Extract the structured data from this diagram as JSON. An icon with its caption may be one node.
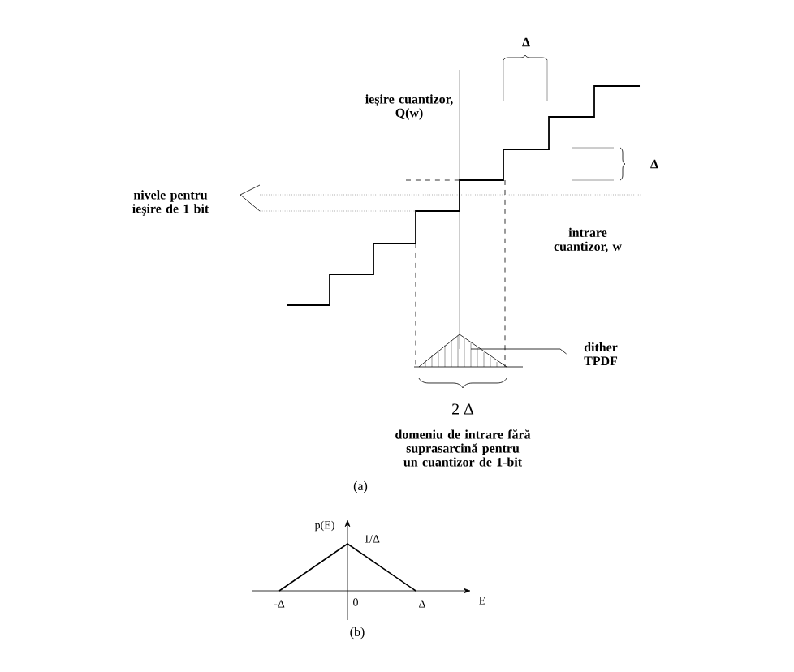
{
  "diagram": {
    "nodes": [
      {
        "text": [
          "nivele pentru ieşire de 1 bit"
        ]
      },
      {
        "text": [
          "dither TPDF"
        ]
      }
    ],
    "edges": [
      {
        "from": 0,
        "to": null,
        "arrow": "none"
      },
      {
        "from": 0,
        "to": null,
        "arrow": "none"
      },
      {
        "from": 1,
        "to": null,
        "arrow": "none"
      }
    ],
    "labels": [
      "Δ",
      "ieşire cuantizor, Q(w)",
      "Δ",
      "intrare cuantizor, w",
      "2 Δ",
      "domeniu de intrare fără suprasarcină pentru un cuantizor de 1-bit",
      "(a)",
      "p(E)",
      "1/Δ",
      "-Δ",
      "0",
      "Δ",
      "E",
      "(b)"
    ]
  }
}
